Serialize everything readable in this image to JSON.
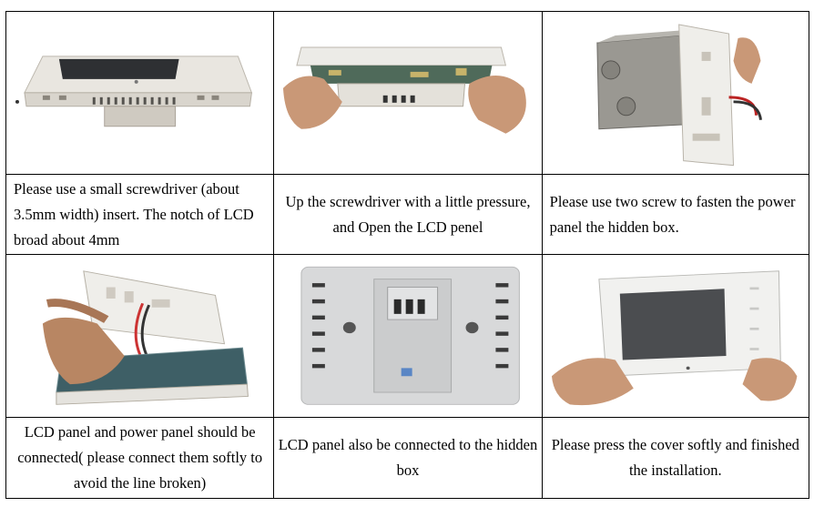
{
  "rows": [
    {
      "captions": [
        "Please use a small screwdriver (about 3.5mm width) insert. The notch of LCD broad about 4mm",
        "Up the screwdriver with a little pressure, and Open the LCD penel",
        "Please use two screw to fasten the power panel the hidden box."
      ]
    },
    {
      "captions": [
        "LCD panel and power panel should be connected( please connect them softly to avoid the line broken)",
        "LCD panel also be connected to the hidden box",
        "Please press the cover softly and finished the installation."
      ]
    }
  ],
  "photos": [
    "thermostat-bottom-notch-photo",
    "hands-opening-lcd-panel-photo",
    "power-panel-on-hidden-box-photo",
    "connecting-ribbon-cable-photo",
    "back-of-power-panel-photo",
    "finished-thermostat-in-hands-photo"
  ]
}
